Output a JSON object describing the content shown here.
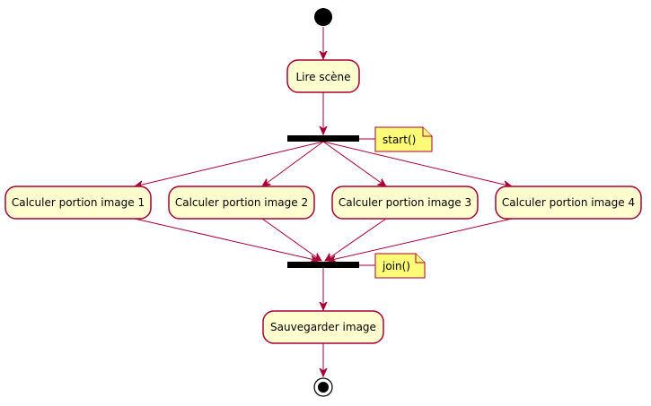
{
  "diagram": {
    "type": "activity",
    "colors": {
      "activity_fill": "#FEFECE",
      "activity_border": "#A80036",
      "edge": "#A80036",
      "note_fill": "#FBFB77",
      "bar": "#000000"
    },
    "start_node": "start",
    "activities": {
      "read_scene": "Lire scène",
      "compute_1": "Calculer portion image 1",
      "compute_2": "Calculer portion image 2",
      "compute_3": "Calculer portion image 3",
      "compute_4": "Calculer portion image 4",
      "save_image": "Sauvegarder image"
    },
    "fork": {
      "note": "start()"
    },
    "join": {
      "note": "join()"
    },
    "end_node": "end",
    "edges": [
      [
        "start",
        "read_scene"
      ],
      [
        "read_scene",
        "fork"
      ],
      [
        "fork",
        "compute_1"
      ],
      [
        "fork",
        "compute_2"
      ],
      [
        "fork",
        "compute_3"
      ],
      [
        "fork",
        "compute_4"
      ],
      [
        "compute_1",
        "join"
      ],
      [
        "compute_2",
        "join"
      ],
      [
        "compute_3",
        "join"
      ],
      [
        "compute_4",
        "join"
      ],
      [
        "join",
        "save_image"
      ],
      [
        "save_image",
        "end"
      ]
    ]
  }
}
